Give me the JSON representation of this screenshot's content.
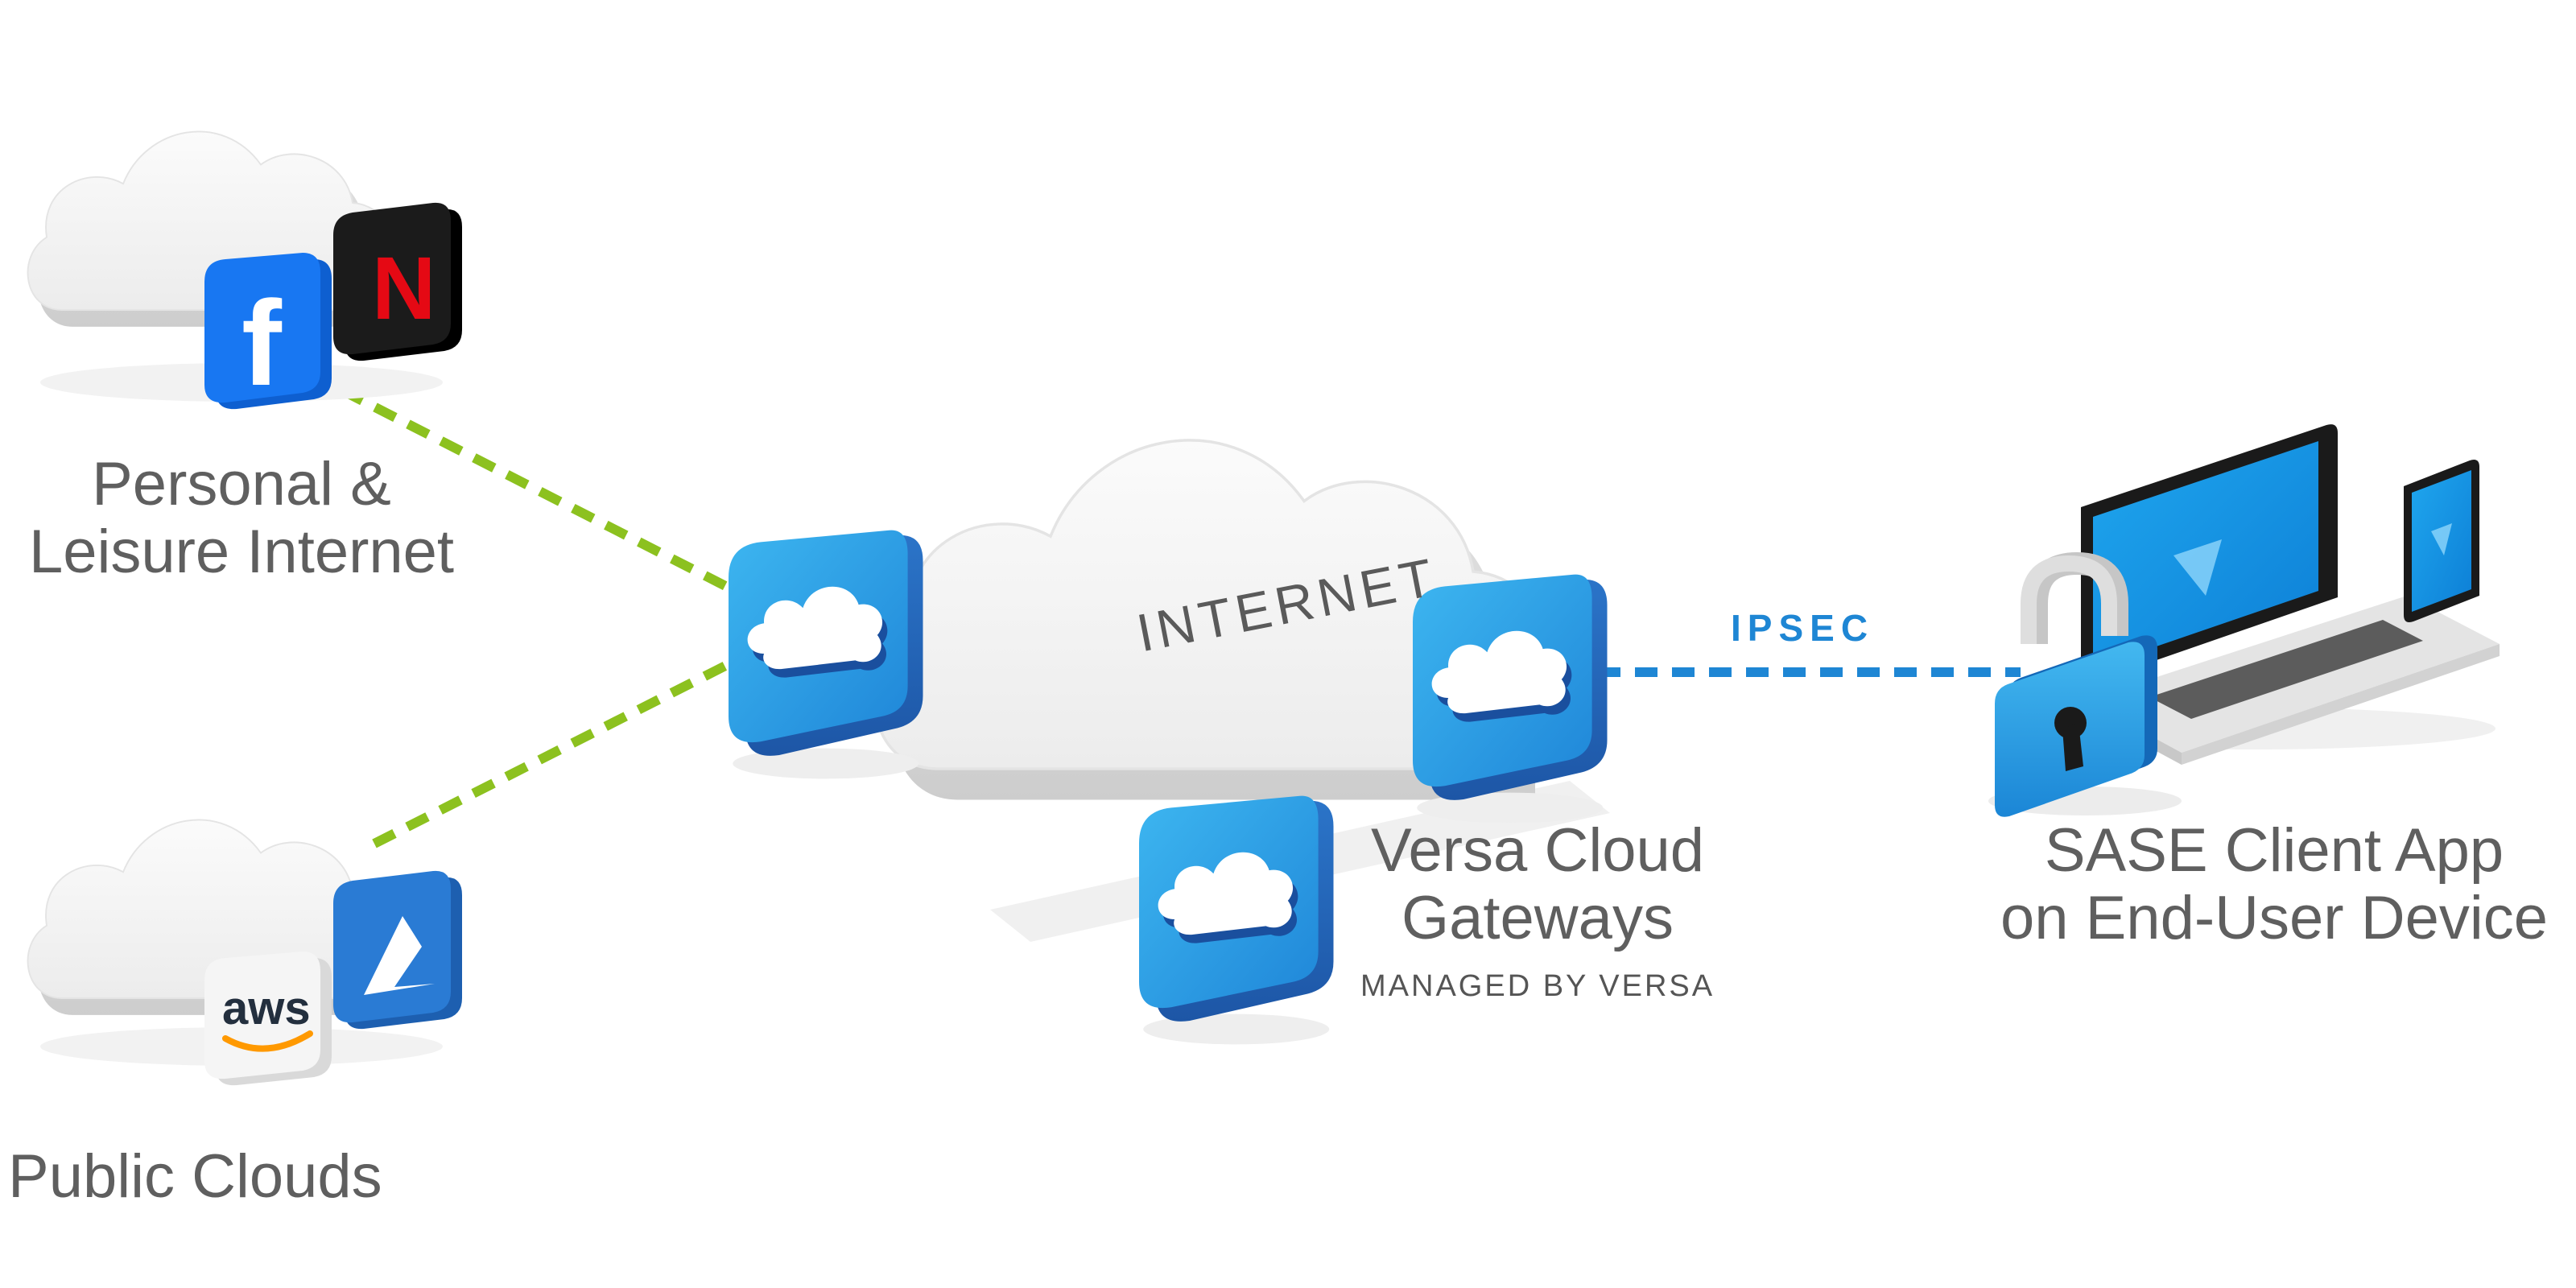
{
  "labels": {
    "personal_line1": "Personal &",
    "personal_line2": "Leisure Internet",
    "public_clouds": "Public Clouds",
    "internet": "INTERNET",
    "gateways_line1": "Versa Cloud",
    "gateways_line2": "Gateways",
    "managed_by": "MANAGED BY VERSA",
    "ipsec": "IPSEC",
    "client_line1": "SASE Client App",
    "client_line2": "on End-User Device"
  },
  "logos": {
    "facebook": "f",
    "netflix": "N",
    "aws": "aws"
  },
  "icons": {
    "personal_cloud": "cloud-icon",
    "public_cloud": "cloud-icon",
    "internet_cloud": "cloud-icon",
    "gateway": "versa-gateway-icon",
    "lock": "padlock-icon",
    "laptop": "laptop-icon",
    "phone": "smartphone-icon",
    "facebook": "facebook-icon",
    "netflix": "netflix-icon",
    "aws": "aws-icon",
    "azure": "azure-icon"
  },
  "colors": {
    "gateway_blue": "#1f8fdc",
    "gateway_dark": "#2a6cc4",
    "green_link": "#8cc11f",
    "blue_link": "#1e86d4",
    "label_gray": "#5f5f5f",
    "cloud_light": "#f4f4f4",
    "cloud_shade": "#dcdcdc",
    "facebook_blue": "#1877f2",
    "netflix_red": "#e50914",
    "aws_orange": "#ff9900",
    "azure_blue": "#2a7bd4"
  }
}
